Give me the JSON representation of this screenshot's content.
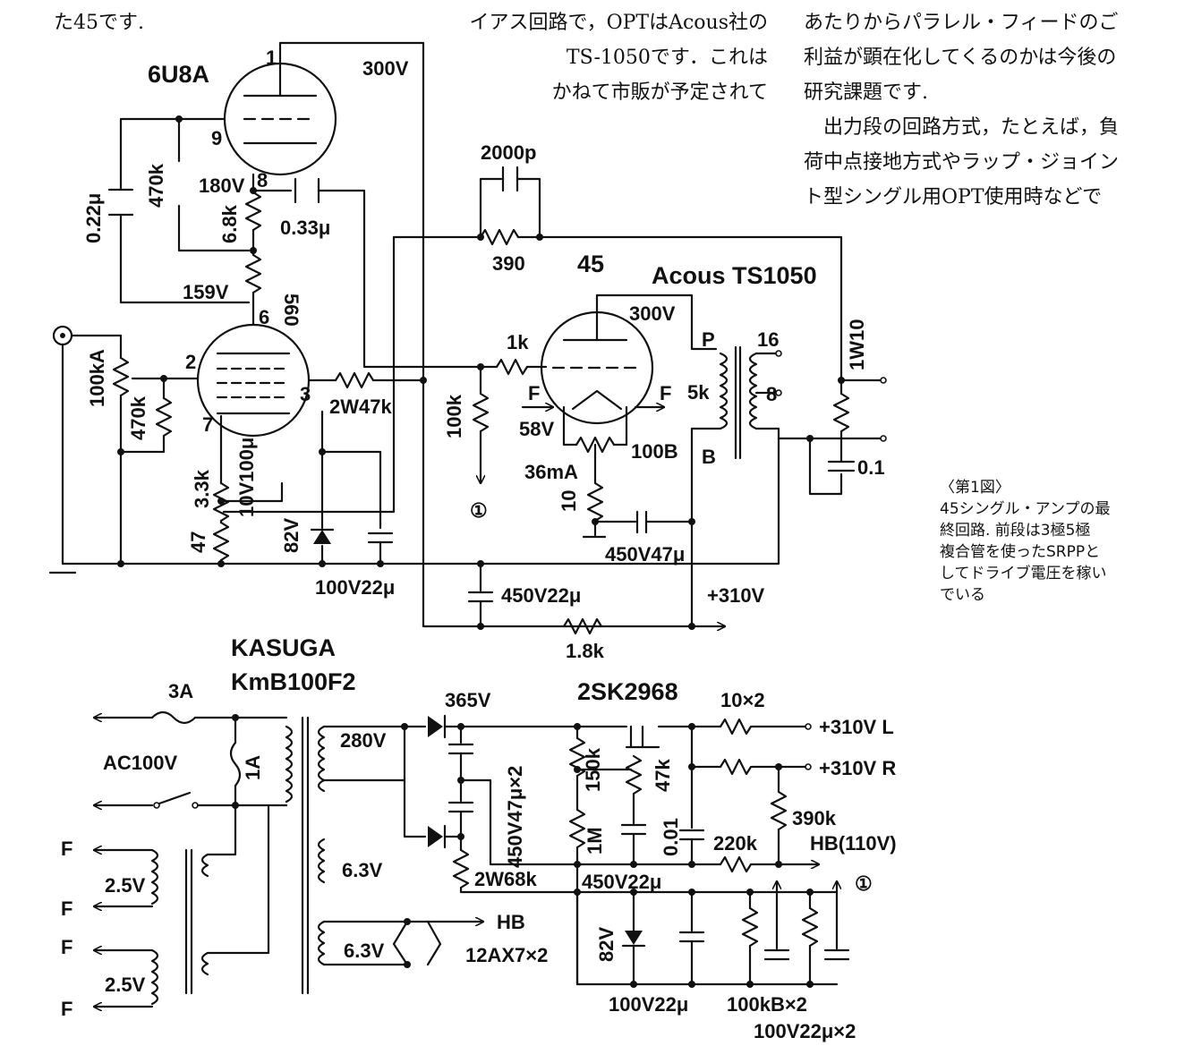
{
  "text_columns": {
    "left": [
      "た45です."
    ],
    "middle": [
      "イアス回路で，OPTはAcous社の",
      "TS-1050です．これは",
      "かねて市販が予定されて"
    ],
    "right": [
      "あたりからパラレル・フィードのご",
      "利益が顕在化してくるのかは今後の",
      "研究課題です.",
      "　出力段の回路方式，たとえば，負",
      "荷中点接地方式やラップ・ジョイン",
      "ト型シングル用OPT使用時などで"
    ]
  },
  "caption": [
    "〈第1図〉",
    "45シングル・アンプの最",
    "終回路. 前段は3極5極",
    "複合管を使ったSRPPと",
    "してドライブ電圧を稼い",
    "でいる"
  ],
  "schematic_labels": {
    "tube_6u8a": "6U8A",
    "pin1": "1",
    "v300_top": "300V",
    "pin9": "9",
    "v180": "180V",
    "pin8": "8",
    "c022": "0.22μ",
    "r470k_a": "470k",
    "r68k": "6.8k",
    "c033": "0.33μ",
    "r560": "560",
    "v159": "159V",
    "pin6": "6",
    "pin2": "2",
    "pin3": "3",
    "pin7": "7",
    "vr100ka": "100kA",
    "r470k_b": "470k",
    "r33k": "3.3k",
    "c10v100u": "10V100μ",
    "r47": "47",
    "z82v_a": "82V",
    "r2w47k": "2W47k",
    "c100v22u_a": "100V22μ",
    "c2000p": "2000p",
    "r390": "390",
    "tube_45": "45",
    "opt": "Acous TS1050",
    "v300_45": "300V",
    "r1k": "1k",
    "fil_f1": "F",
    "fil_f2": "F",
    "r100k": "100k",
    "v58": "58V",
    "vr100b": "100B",
    "i36ma": "36mA",
    "r10": "10",
    "c450v47u": "450V47μ",
    "opt_p": "P",
    "opt_b": "B",
    "opt_5k": "5k",
    "opt_16": "16",
    "opt_8": "8",
    "r1w10": "1W10",
    "c01": "0.1",
    "c450v22u_a": "450V22μ",
    "b310": "+310V",
    "r18k": "1.8k",
    "circle1_a": "①",
    "ps_maker": "KASUGA",
    "ps_model": "KmB100F2",
    "fuse3a": "3A",
    "ac100v": "AC100V",
    "fuse1a": "1A",
    "v280": "280V",
    "v365": "365V",
    "c450v47ux2": "450V47μ×2",
    "r2w68k": "2W68k",
    "fet": "2SK2968",
    "r150k": "150k",
    "r1m": "1M",
    "r47k": "47k",
    "c450v22u_b": "450V22μ",
    "c001": "0.01",
    "r10x2": "10×2",
    "out_l": "+310V L",
    "out_r": "+310V R",
    "r390k": "390k",
    "r220k": "220k",
    "hb110": "HB(110V)",
    "circle1_b": "①",
    "v63_a": "6.3V",
    "v63_b": "6.3V",
    "hb": "HB",
    "tubes12ax7": "12AX7×2",
    "f1": "F",
    "f2": "F",
    "f3": "F",
    "f4": "F",
    "v25_a": "2.5V",
    "v25_b": "2.5V",
    "z82v_b": "82V",
    "c100v22u_b": "100V22μ",
    "vr100kbx2": "100kB×2",
    "c100v22ux2": "100V22μ×2"
  }
}
